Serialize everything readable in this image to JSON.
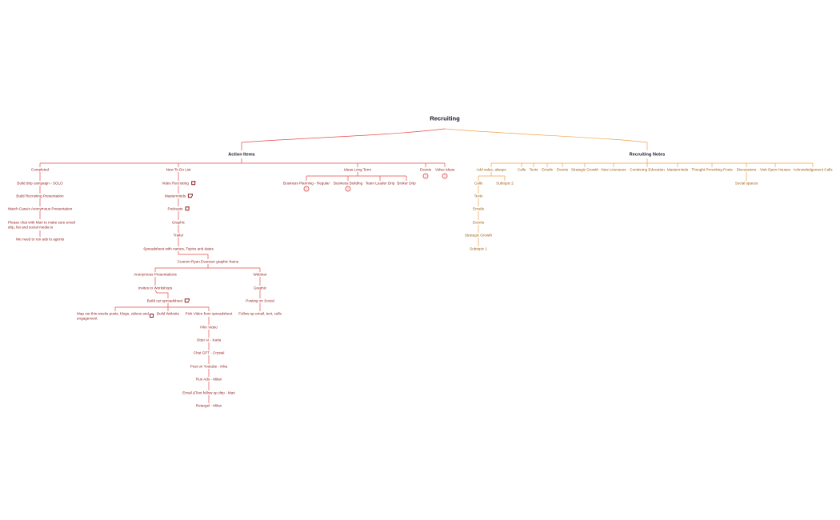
{
  "root": "Recruiting",
  "action_items": {
    "label": "Action Items",
    "completed": {
      "label": "Completed",
      "items": [
        "Build drip campaign - SOLO",
        "Build Recruiting Presentation",
        "Watch Casa's Anonymous Presentation",
        "Please chat with Mari to make sure email drip, list and social media is",
        "We need to run ads to agents"
      ]
    },
    "todo": {
      "label": "New To Do List",
      "items": [
        "Video Recruiting",
        "Masterminds",
        "Podcasts",
        "Graphic",
        "Trailer",
        "Spreadsheet with names, Topics and dates",
        "Cuomm Ryan Evanson graphic frame"
      ],
      "anon": {
        "label": "Anonymous Presentations",
        "items": [
          "Invites to Workshops",
          "Build out spreadsheet"
        ],
        "children": [
          "Map out this weeks posts, blogs, videos and engagement",
          "Build Website",
          "Pick Video from spreadsheet"
        ],
        "chain": [
          "Film Video",
          "Otter AI - Karla",
          "Chat GPT - Crystal",
          "Post on Youtube - Kika",
          "Run Ads - Milan",
          "Email &Text follow up drip - Mari",
          "Retargel - Milan"
        ]
      },
      "webinar": {
        "label": "Webinar",
        "items": [
          "Graphic",
          "Posting on Social",
          "Follow up email, text, calls"
        ]
      }
    },
    "ideas": {
      "label": "Ideas Long Term",
      "items": [
        "Business Planning - Regular",
        "Business Building",
        "Team Leader Drip",
        "Broker Drip"
      ],
      "badges": [
        "1",
        "1"
      ]
    },
    "events": "Events",
    "video_ideas": "Video Ideas",
    "extra_badges": [
      "1",
      "1"
    ]
  },
  "recruiting_notes": {
    "label": "Recruiting Notes",
    "items": [
      "Add value, always",
      "Calls",
      "Texts",
      "Emails",
      "Events",
      "Strategic Growth",
      "New Licensees",
      "Continuing Education",
      "Masterminds",
      "Thought Provoking Posts",
      "Discussions",
      "Visit Open Houses",
      "Acknowledgement Calls"
    ],
    "add_value_children": [
      "Calls",
      "Subtopic 2"
    ],
    "calls_chain": [
      "Texts",
      "Emails",
      "Events",
      "Strategic Growth",
      "Subtopic 1"
    ],
    "discussions_child": "Social spaces"
  },
  "colors": {
    "red": "#e84a4a",
    "orange": "#f0a04b",
    "dark_red_text": "#8e1d1d",
    "orange_text": "#9a5b12"
  },
  "icons": [
    "external-link-icon",
    "comment-count-icon"
  ]
}
